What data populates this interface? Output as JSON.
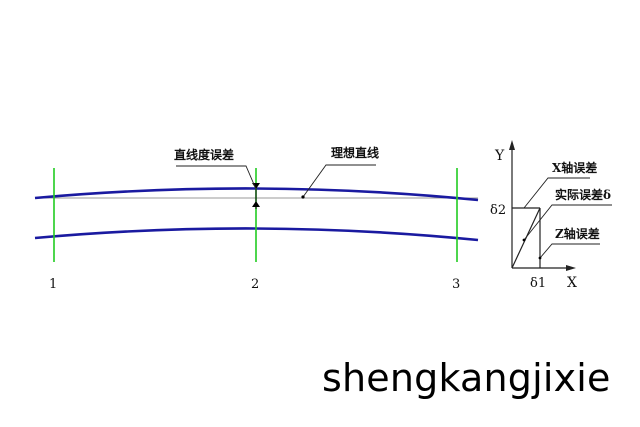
{
  "labels": {
    "straightness_error": "直线度误差",
    "ideal_line": "理想直线",
    "x_axis_error": "X轴误差",
    "actual_error": "实际误差δ",
    "z_axis_error": "Z轴误差"
  },
  "section_numbers": [
    "1",
    "2",
    "3"
  ],
  "axes": {
    "y": "Y",
    "x": "X",
    "delta2": "δ2",
    "delta1": "δ1"
  },
  "watermark": "shengkangjixie",
  "colors": {
    "curve": "#1a1aa0",
    "section": "#22cc22",
    "line": "#444444"
  }
}
